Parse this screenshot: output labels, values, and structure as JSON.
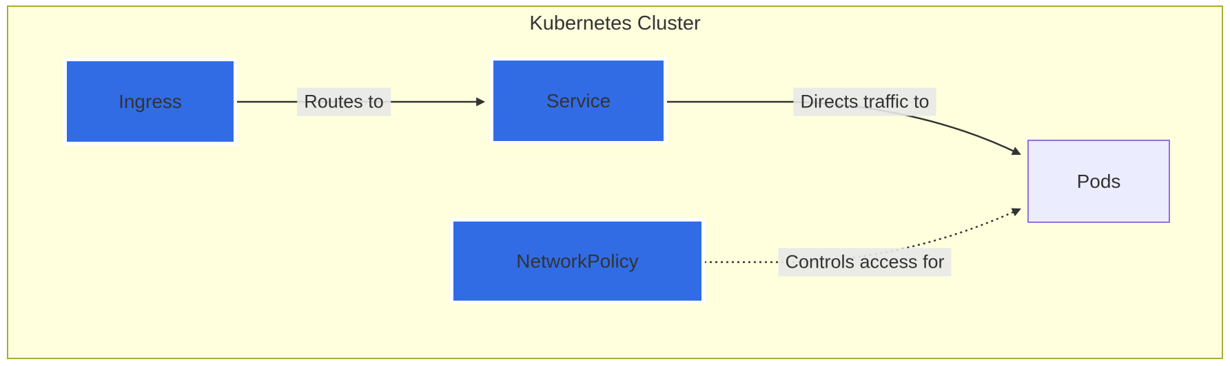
{
  "diagram": {
    "type": "flowchart",
    "title": "Kubernetes Cluster",
    "nodes": {
      "ingress": {
        "label": "Ingress"
      },
      "service": {
        "label": "Service"
      },
      "networkpolicy": {
        "label": "NetworkPolicy"
      },
      "pods": {
        "label": "Pods"
      }
    },
    "edges": [
      {
        "from": "Ingress",
        "to": "Service",
        "label": "Routes to",
        "style": "solid"
      },
      {
        "from": "Service",
        "to": "Pods",
        "label": "Directs traffic to",
        "style": "solid"
      },
      {
        "from": "NetworkPolicy",
        "to": "Pods",
        "label": "Controls access for",
        "style": "dotted"
      }
    ],
    "colors": {
      "cluster_fill": "#ffffde",
      "cluster_border": "#aaaa33",
      "node_fill": "#326ce5",
      "node_halo": "#ffffff",
      "pods_fill": "#ececff",
      "pods_border": "#9370db",
      "edge_line": "#333333",
      "edge_label_bg": "#e8e8e8",
      "text": "#333333"
    }
  }
}
